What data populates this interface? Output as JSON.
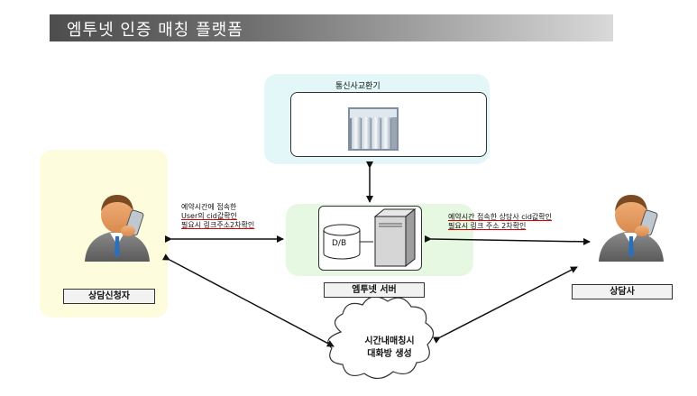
{
  "title": "엠투넷 인증 매칭 플랫폼",
  "nodes": {
    "exchange": "통신사교환기",
    "server": "엠투넷 서버",
    "db": "D/B",
    "applicant": "상담신청자",
    "counselor": "상담사",
    "cloud_line1": "시간내매칭시",
    "cloud_line2": "대화방 생성"
  },
  "edges": {
    "left_line1": "예약시간에 접속한",
    "left_line2": "User의 cid값확인",
    "left_line3": "필요시 링크주소2차확인",
    "right_line1": "예약시간 접속한 상담사 cid값확인",
    "right_line2": "필요시 링크 주소 2차확인"
  },
  "colors": {
    "left_panel": "#fdfcdc",
    "top_panel": "#e3f7f8",
    "center_panel": "#e6f8e2"
  },
  "icons": [
    "person-phone-icon",
    "server-rack-icon",
    "database-icon",
    "server-tower-icon",
    "cloud-icon"
  ]
}
